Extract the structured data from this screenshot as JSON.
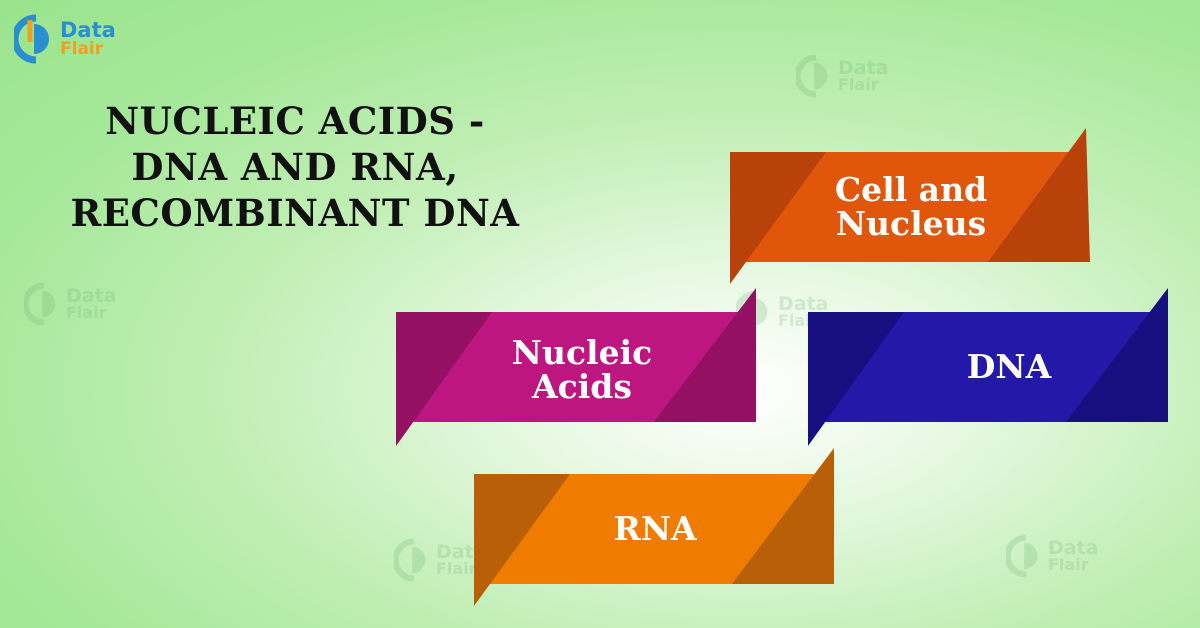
{
  "brand": {
    "line1": "Data",
    "line2": "Flair"
  },
  "watermark": {
    "line1": "Data",
    "line2": "Flair"
  },
  "title": {
    "line1": "NUCLEIC ACIDS -",
    "line2": "DNA AND RNA,",
    "line3": "RECOMBINANT DNA"
  },
  "banners": {
    "cell": {
      "line1": "Cell and",
      "line2": "Nucleus",
      "color": "#e0570c",
      "fold": "#b8420a"
    },
    "nucleic": {
      "line1": "Nucleic",
      "line2": "Acids",
      "color": "#bd1680",
      "fold": "#941062"
    },
    "dna": {
      "line1": "DNA",
      "color": "#2418a8",
      "fold": "#170f80"
    },
    "rna": {
      "line1": "RNA",
      "color": "#ef7b00",
      "fold": "#b85f08"
    }
  }
}
